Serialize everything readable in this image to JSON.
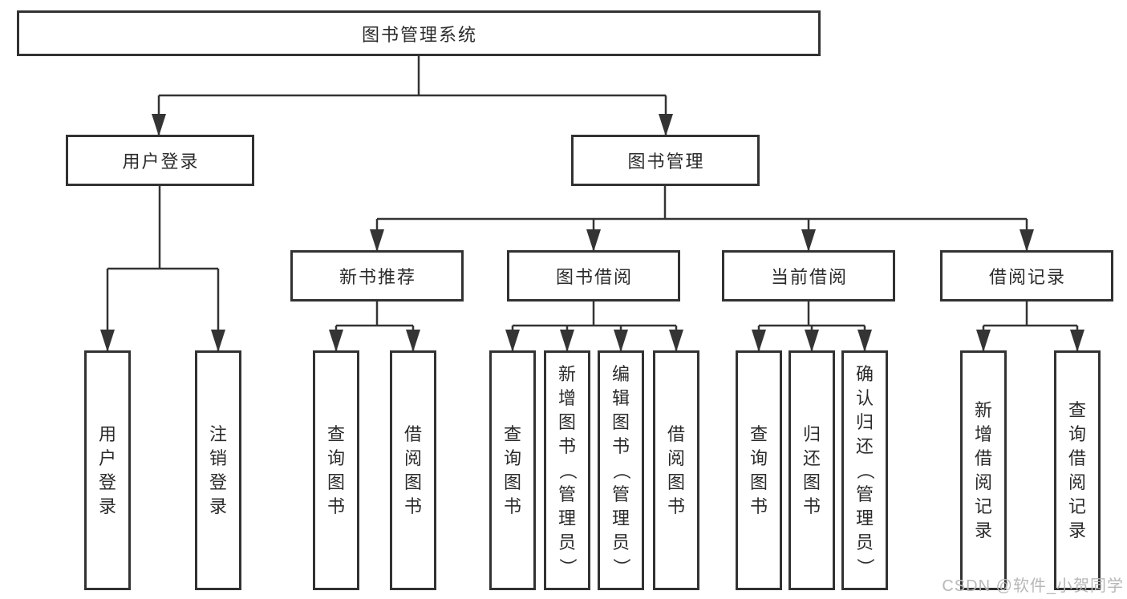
{
  "diagram": {
    "root": {
      "label": "图书管理系统"
    },
    "level2": {
      "user_login": {
        "label": "用户登录"
      },
      "book_management": {
        "label": "图书管理"
      }
    },
    "level3": {
      "new_book_recommend": {
        "label": "新书推荐"
      },
      "book_borrowing": {
        "label": "图书借阅"
      },
      "current_borrowing": {
        "label": "当前借阅"
      },
      "borrowing_records": {
        "label": "借阅记录"
      }
    },
    "leaves": {
      "user_login_leaf": {
        "label": "用户登录"
      },
      "logout": {
        "label": "注销登录"
      },
      "query_books_recommend": {
        "label": "查询图书"
      },
      "borrow_books_recommend": {
        "label": "借阅图书"
      },
      "query_books_borrowing": {
        "label": "查询图书"
      },
      "add_books_admin": {
        "label": "新增图书（管理员）"
      },
      "edit_books_admin": {
        "label": "编辑图书（管理员）"
      },
      "borrow_books_borrowing": {
        "label": "借阅图书"
      },
      "query_books_current": {
        "label": "查询图书"
      },
      "return_books": {
        "label": "归还图书"
      },
      "confirm_return_admin": {
        "label": "确认归还（管理员）"
      },
      "add_borrow_record": {
        "label": "新增借阅记录"
      },
      "query_borrow_record": {
        "label": "查询借阅记录"
      }
    }
  },
  "watermark": {
    "text": "CSDN @软件_小贺同学"
  },
  "colors": {
    "line": "#343434",
    "box_border": "#323232",
    "text": "#2b2b2b",
    "watermark": "#b8b8b8",
    "background": "#ffffff"
  }
}
